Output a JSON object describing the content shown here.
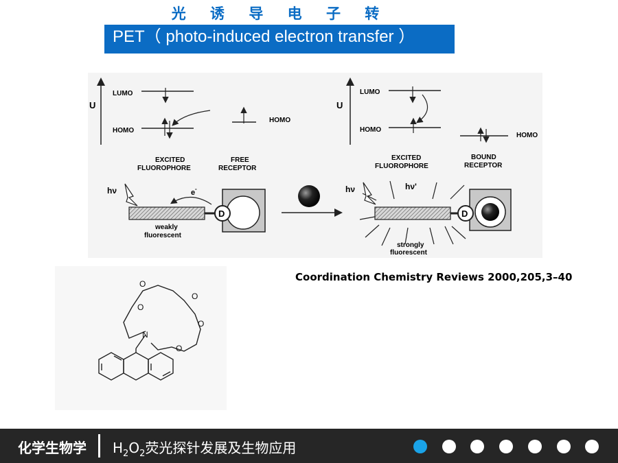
{
  "slide": {
    "title_cn": "光 诱 导 电 子 转 移",
    "title_en": "PET（  photo-induced electron transfer ）"
  },
  "diagram": {
    "u_label": "U",
    "lumo": "LUMO",
    "homo": "HOMO",
    "excited_line1": "EXCITED",
    "excited_line2": "FLUOROPHORE",
    "free_line1": "FREE",
    "free_line2": "RECEPTOR",
    "bound_line1": "BOUND",
    "bound_line2": "RECEPTOR",
    "hv": "hν",
    "hv_prime": "hν'",
    "electron": "e",
    "donor": "D",
    "weak_line1": "weakly",
    "weak_line2": "fluorescent",
    "strong_line1": "strongly",
    "strong_line2": "fluorescent"
  },
  "structure": {
    "o_atom": "O",
    "n_atom": "N"
  },
  "citation": "Coordination Chemistry Reviews 2000,205,3–40",
  "footer": {
    "course": "化学生物学",
    "topic_h": "H",
    "topic_sub1": "2",
    "topic_o": "O",
    "topic_sub2": "2",
    "topic_rest": "荧光探针发展及生物应用",
    "active_dot_color": "#1aa3e8",
    "dot_count": 7,
    "active_index": 0
  }
}
